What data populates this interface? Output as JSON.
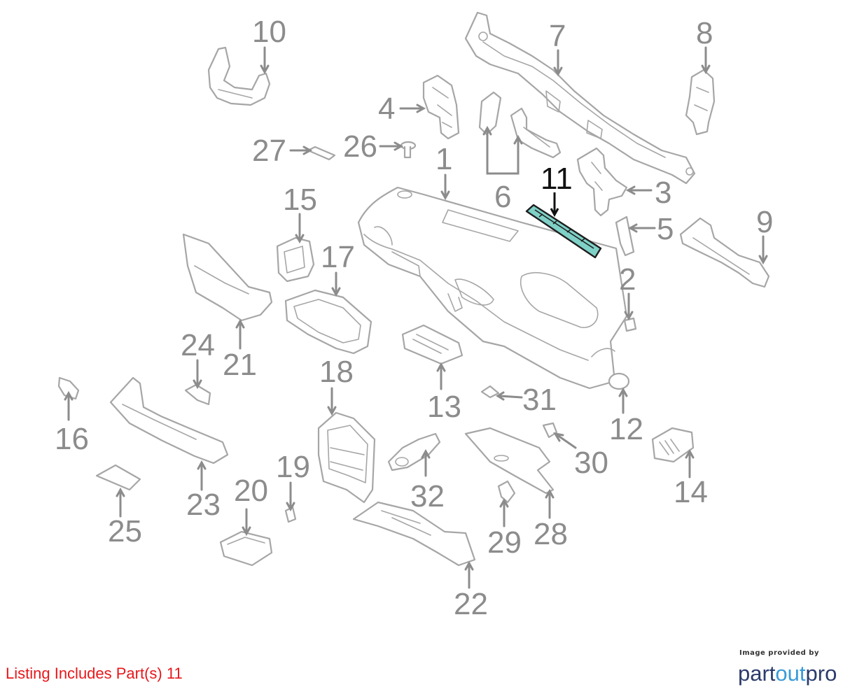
{
  "diagram": {
    "callouts": [
      {
        "number": "1"
      },
      {
        "number": "2"
      },
      {
        "number": "3"
      },
      {
        "number": "4"
      },
      {
        "number": "5"
      },
      {
        "number": "6"
      },
      {
        "number": "7"
      },
      {
        "number": "8"
      },
      {
        "number": "9"
      },
      {
        "number": "10"
      },
      {
        "number": "11",
        "highlighted": true
      },
      {
        "number": "12"
      },
      {
        "number": "13"
      },
      {
        "number": "14"
      },
      {
        "number": "15"
      },
      {
        "number": "16"
      },
      {
        "number": "17"
      },
      {
        "number": "18"
      },
      {
        "number": "19"
      },
      {
        "number": "20"
      },
      {
        "number": "21"
      },
      {
        "number": "22"
      },
      {
        "number": "23"
      },
      {
        "number": "24"
      },
      {
        "number": "25"
      },
      {
        "number": "26"
      },
      {
        "number": "27"
      },
      {
        "number": "28"
      },
      {
        "number": "29"
      },
      {
        "number": "30"
      },
      {
        "number": "31"
      },
      {
        "number": "32"
      }
    ],
    "highlight_color": "#7fd1c7",
    "callout_color": "#8c8c8c"
  },
  "listing": {
    "note": "Listing Includes Part(s) 11",
    "color": "#e8171b"
  },
  "credit": {
    "caption": "Image provided by",
    "logo_part1": "part",
    "logo_part2": "out",
    "logo_part3": "pro"
  }
}
